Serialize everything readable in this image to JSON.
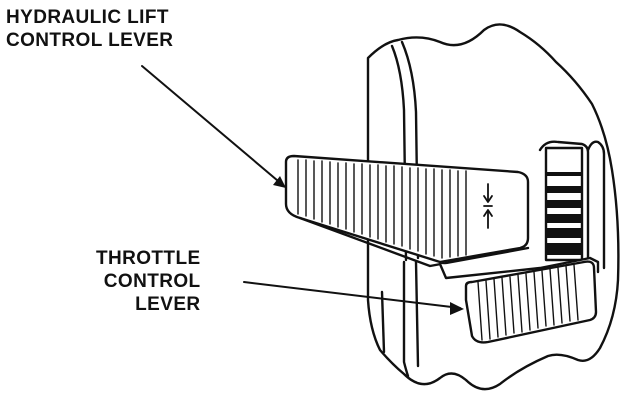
{
  "labels": {
    "hydraulic_lift_line1": "HYDRAULIC LIFT",
    "hydraulic_lift_line2": "CONTROL LEVER",
    "throttle_line1": "THROTTLE",
    "throttle_line2": "CONTROL",
    "throttle_line3": "LEVER"
  },
  "colors": {
    "ink": "#111111",
    "paper": "#ffffff"
  },
  "icons": {
    "lever_direction": "up-down-arrows-icon"
  }
}
